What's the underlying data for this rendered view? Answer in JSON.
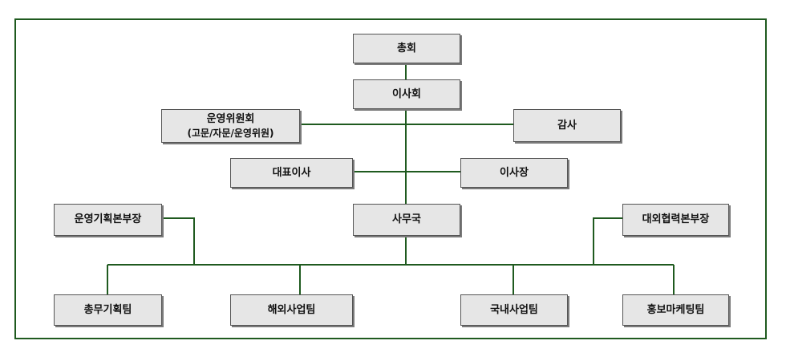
{
  "org_chart": {
    "general_assembly": "총회",
    "board": "이사회",
    "steering_committee": "운영위원회",
    "steering_committee_sub": "(고문/자문/운영위원)",
    "auditor": "감사",
    "representative": "대표이사",
    "chairman": "이사장",
    "secretariat": "사무국",
    "operations_head": "운영기획본부장",
    "external_head": "대외협력본부장",
    "teams": [
      "총무기획팀",
      "해외사업팀",
      "국내사업팀",
      "홍보마케팅팀"
    ]
  },
  "colors": {
    "line": "#1f5a1f",
    "box_fill": "#e6e6e6",
    "frame": "#1f5a1f"
  }
}
